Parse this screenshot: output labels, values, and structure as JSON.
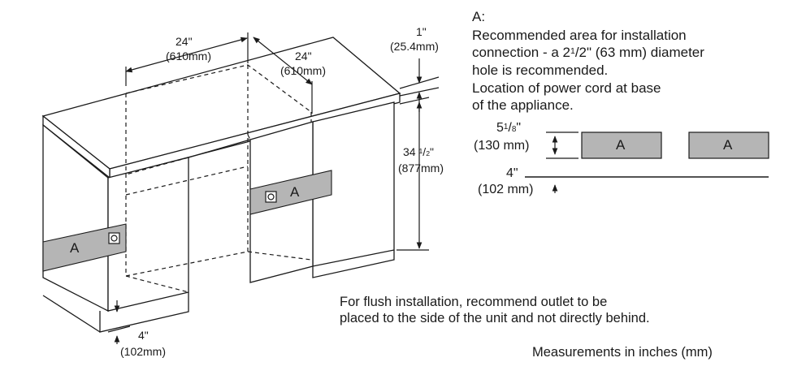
{
  "drawing": {
    "dims": {
      "width_in": "24\"",
      "width_mm": "(610mm)",
      "depth_in": "24\"",
      "depth_mm": "(610mm)",
      "top_in": "1\"",
      "top_mm": "(25.4mm)",
      "height_whole": "34",
      "height_frac_num": "1",
      "height_frac_den": "2",
      "height_quote": "\"",
      "height_mm": "(877mm)",
      "bottom_in": "4\"",
      "bottom_mm": "(102mm)"
    },
    "zone_label": "A"
  },
  "legend": {
    "title": "A:",
    "line1": "Recommended area for installation",
    "line2_pre": "connection - a 2",
    "line2_sup": "1",
    "line2_slash": "/2\" (63 mm) diameter",
    "line3": "hole is recommended.",
    "line4": "Location of power cord at base",
    "line5": "of the appliance."
  },
  "detail": {
    "height_whole": "5",
    "height_sup": "1",
    "height_slash": "/",
    "height_sub": "8",
    "height_quote": "\"",
    "height_mm": "(130 mm)",
    "base_in": "4\"",
    "base_mm": "(102 mm)",
    "box_labels": [
      "A",
      "A"
    ]
  },
  "notes": {
    "flush_line1": "For flush installation, recommend outlet to be",
    "flush_line2": "placed to the side of the unit and not directly behind.",
    "units": "Measurements in inches (mm)"
  }
}
